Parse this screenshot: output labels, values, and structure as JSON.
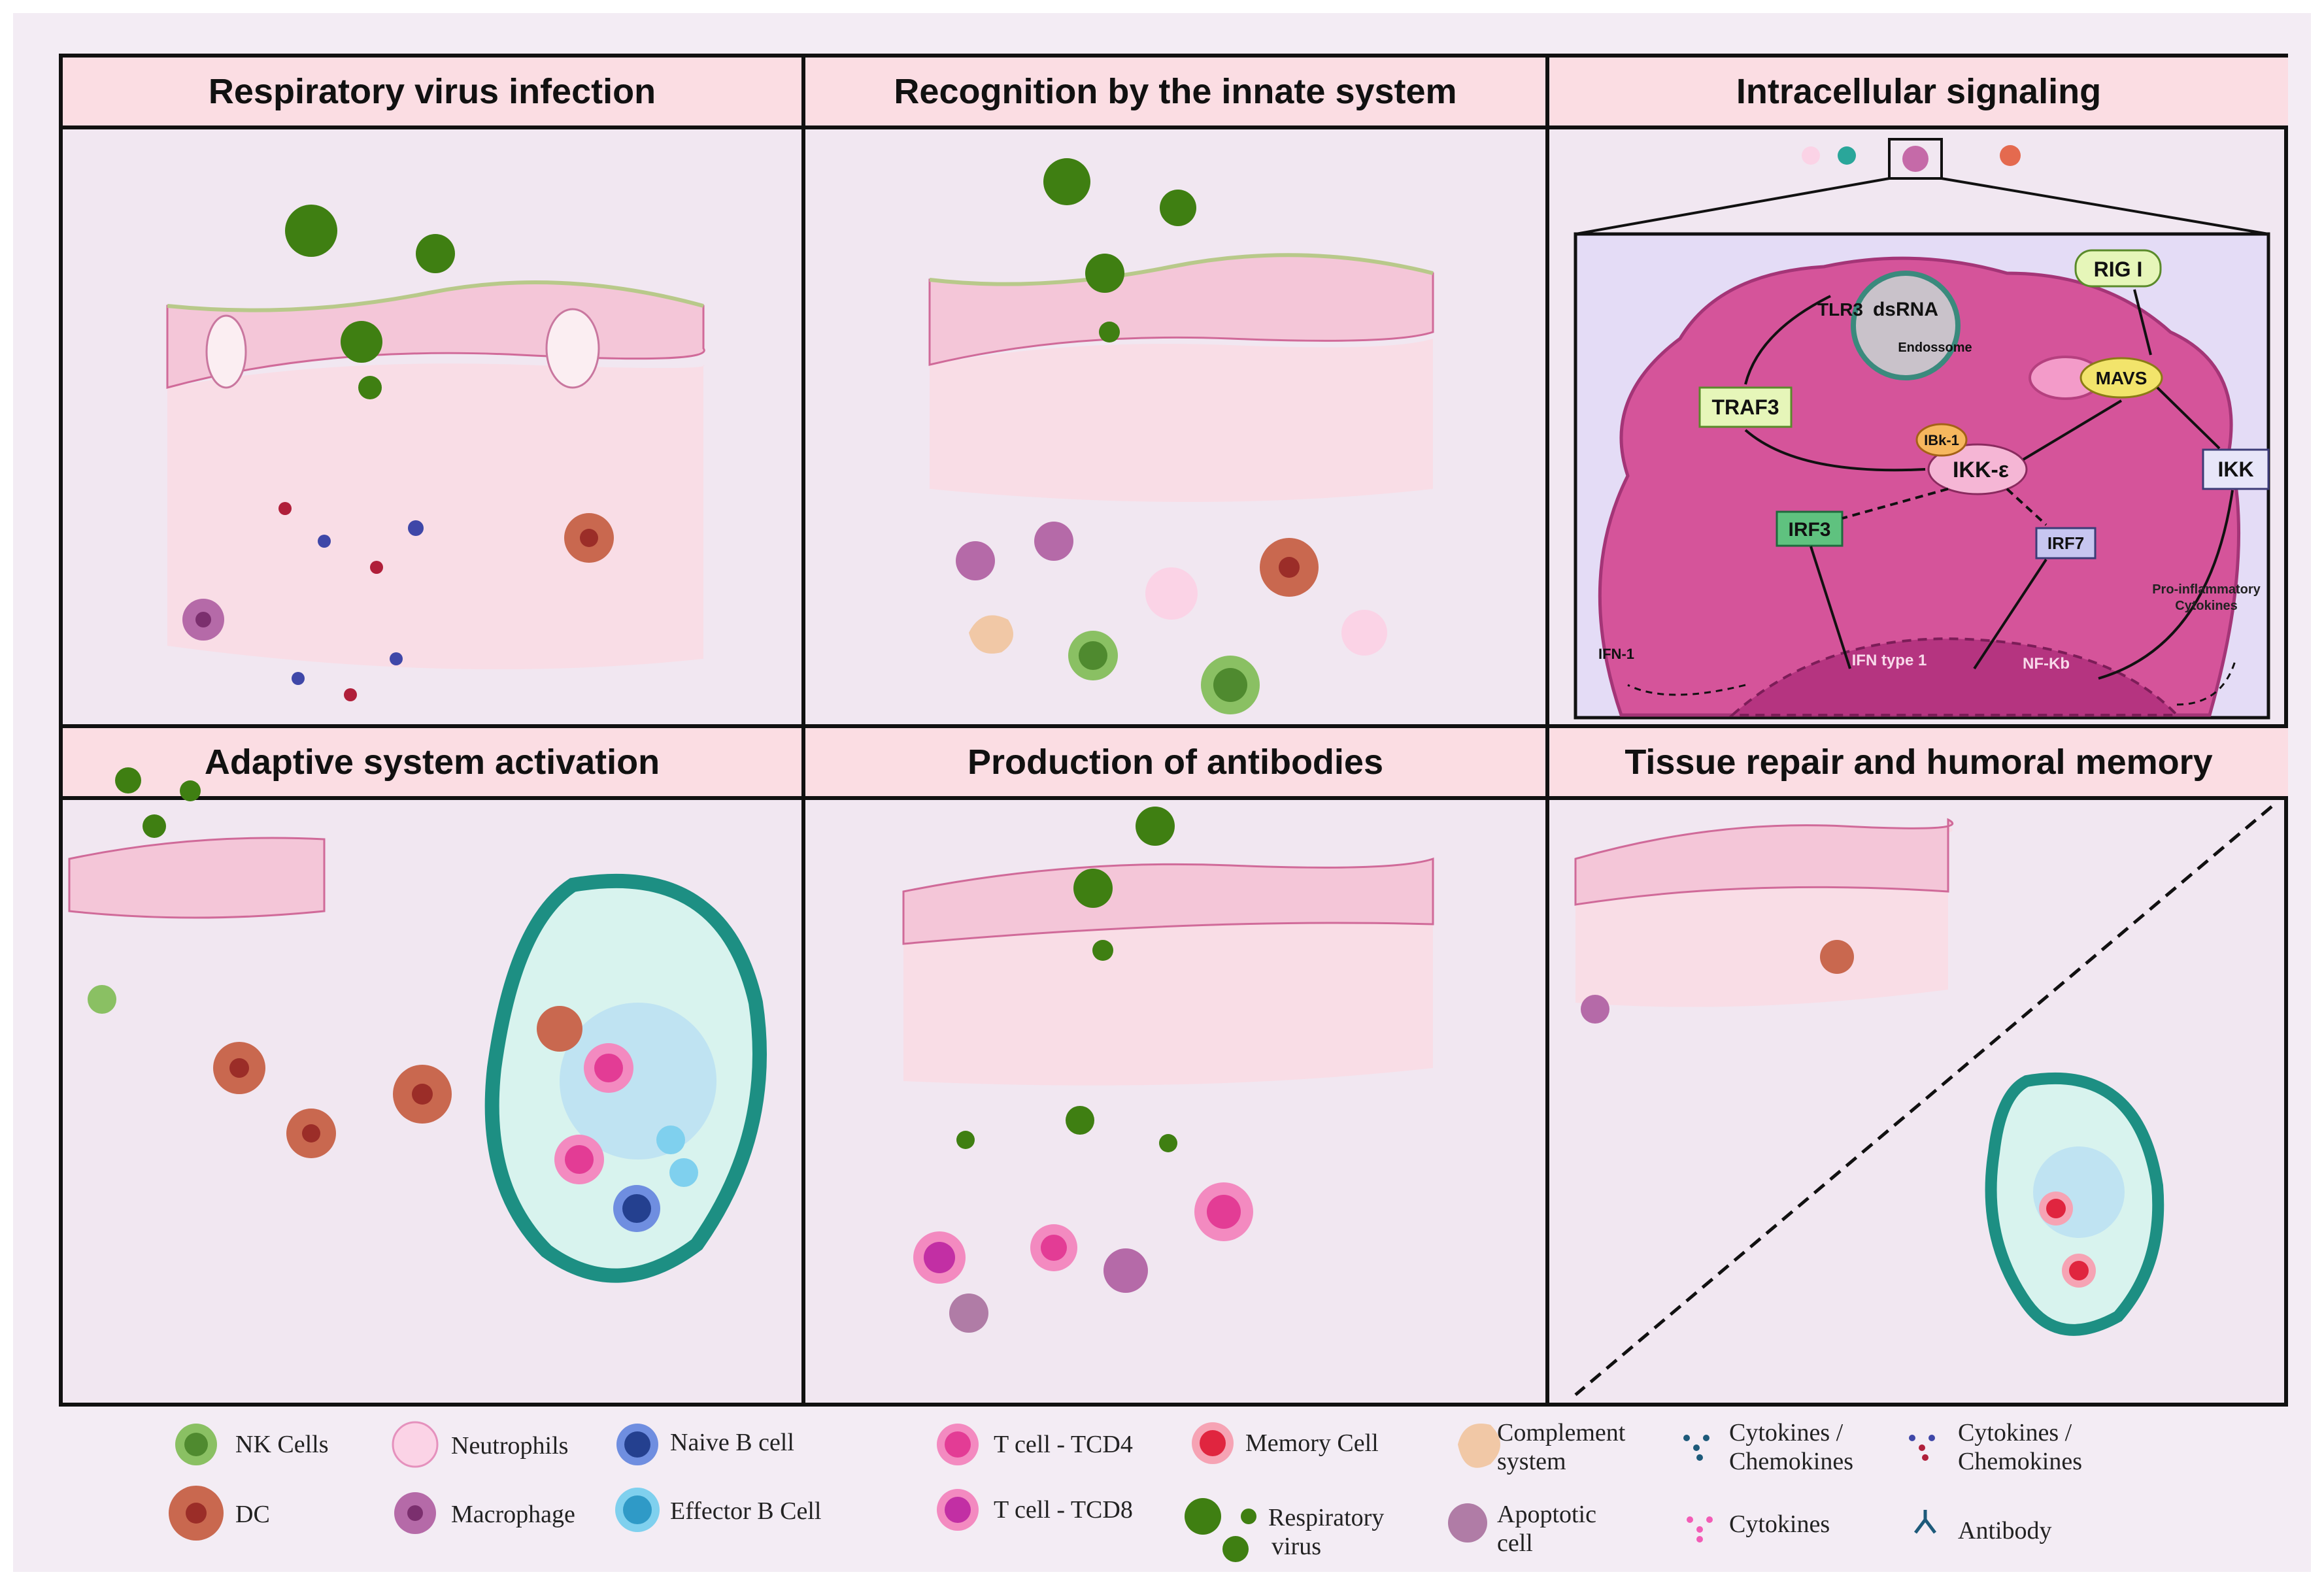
{
  "panels": {
    "p1": "Respiratory virus infection",
    "p2": "Recognition by the innate system",
    "p3": "Intracellular signaling",
    "p4": "Adaptive system activation",
    "p5": "Production of antibodies",
    "p6": "Tissue repair and humoral memory"
  },
  "signaling": {
    "dsrna": "dsRNA",
    "endosome": "Endossome",
    "tlr3": "TLR3",
    "rig": "RIG I",
    "traf3": "TRAF3",
    "mavs": "MAVS",
    "ibk": "IBk-1",
    "ikke": "IKK-ε",
    "ikk": "IKK",
    "irf3": "IRF3",
    "irf7": "IRF7",
    "ifn1": "IFN-1",
    "ifntype": "IFN type 1",
    "nfkb": "NF-Kb",
    "proinf1": "Pro-inflammatory",
    "proinf2": "Cytokines"
  },
  "legend": {
    "nk": "NK Cells",
    "dc": "DC",
    "neutro": "Neutrophils",
    "macro": "Macrophage",
    "naiveb": "Naive B cell",
    "effb": "Effector B Cell",
    "tcd4": "T cell - TCD4",
    "tcd8": "T cell - TCD8",
    "memory": "Memory Cell",
    "virus1": "Respiratory",
    "virus2": "virus",
    "complement1": "Complement",
    "complement2": "system",
    "apoptotic1": "Apoptotic",
    "apoptotic2": "cell",
    "cyto1a": "Cytokines /",
    "cyto1b": "Chemokines",
    "cytokines": "Cytokines",
    "cyto2a": "Cytokines /",
    "cyto2b": "Chemokines",
    "antibody": "Antibody"
  },
  "colors": {
    "title_bg": "#fbdde3",
    "virus": "#3f7f12",
    "epithelium": "#f6d7e6",
    "lymph_node": "#2aa69a",
    "cell_pink": "#e38fc0"
  }
}
